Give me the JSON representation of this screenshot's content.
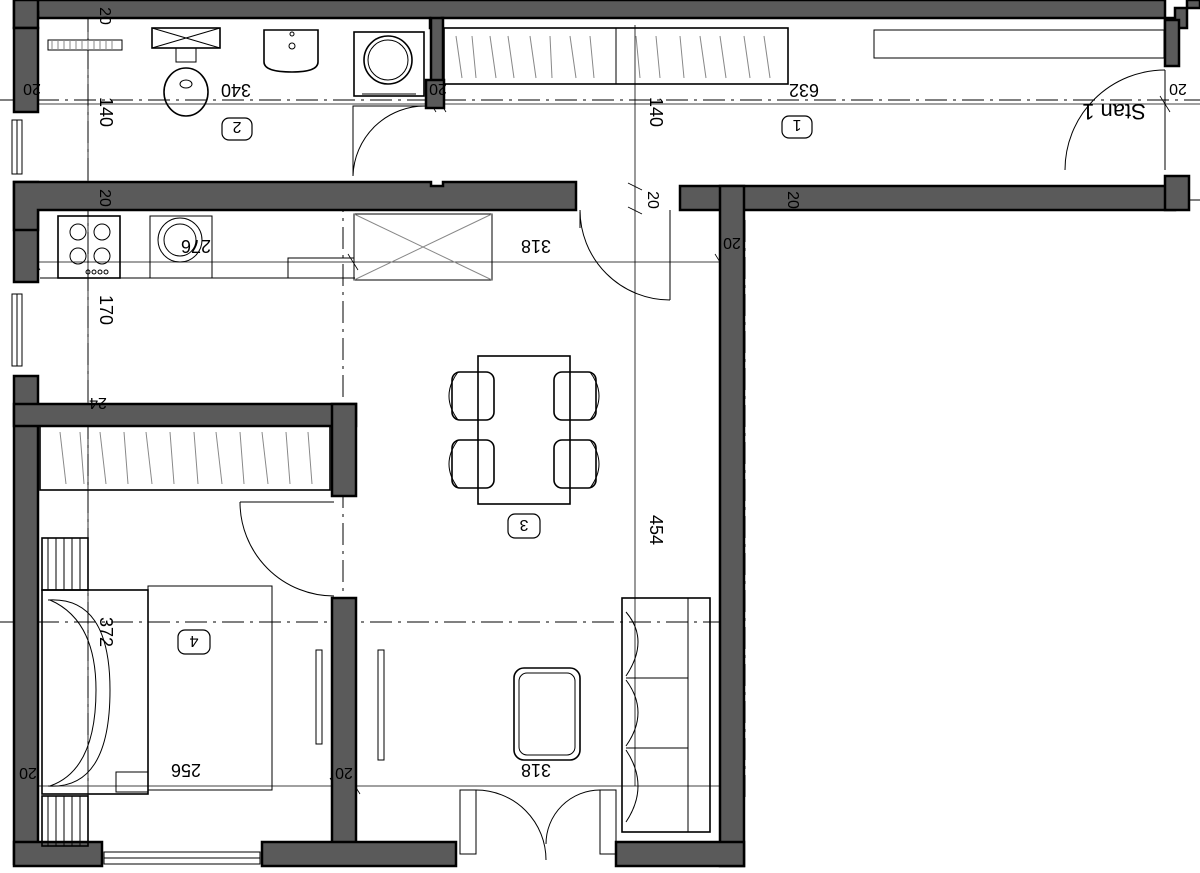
{
  "plan": {
    "apartment_label": "Stan 1",
    "rooms": [
      {
        "number": "1"
      },
      {
        "number": "2"
      },
      {
        "number": "3"
      },
      {
        "number": "4"
      }
    ],
    "dimensions": {
      "d340": "340",
      "d632": "632",
      "d140a": "140",
      "d140b": "140",
      "d276": "276",
      "d318_top": "318",
      "d170": "170",
      "d454": "454",
      "d372": "372",
      "d256": "256",
      "d318_bottom": "318",
      "w20_1": "20",
      "w20_2": "20",
      "w20_3": "20",
      "w20_4": "20",
      "w20_5": "20",
      "w20_6": "20",
      "w20_7": "20",
      "w20_8": "20",
      "w20_9": "20",
      "w20_10": "20",
      "w24": "24"
    }
  }
}
